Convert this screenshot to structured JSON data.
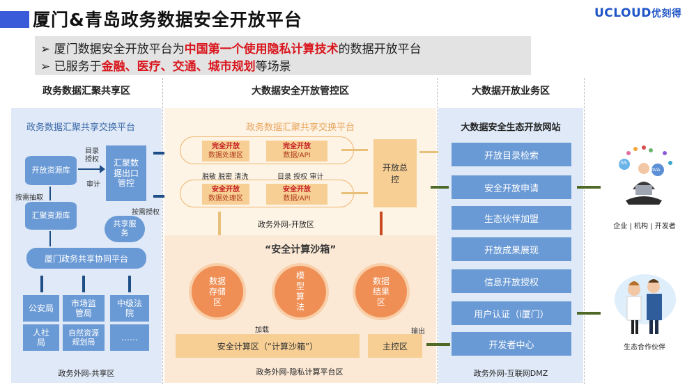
{
  "header": {
    "title": "厦门&青岛政务数据安全开放平台",
    "logo_en": "UCLOUD",
    "logo_cn": "优刻得"
  },
  "bullets": [
    {
      "marker": "➢",
      "pre": "厦门数据安全开放平台为",
      "highlight": "中国第一个使用隐私计算技术",
      "post": "的数据开放平台"
    },
    {
      "marker": "➢",
      "pre": "已服务于",
      "highlight": "金融、医疗、交通、城市规划",
      "post": "等场景"
    }
  ],
  "columns": {
    "left": "政务数据汇聚共享区",
    "mid": "大数据安全开放管控区",
    "right": "大数据开放业务区"
  },
  "left_panel": {
    "title": "政务数据汇聚共享交换平台",
    "db_open": "开放资源库",
    "db_collect": "汇聚资源库",
    "export": "汇聚数据出口管控",
    "lbl_dir_auth": "目录授权",
    "lbl_audit": "审计",
    "lbl_on_demand": "按需抽取",
    "lbl_on_demand_auth": "按需授权",
    "share_service": "共享服务",
    "platform": "厦门政务共享协同平台",
    "sources": [
      "公安局",
      "市场监管局",
      "中级法院",
      "人社局",
      "自然资源规划局",
      "……"
    ],
    "footer": "政务外网-共享区"
  },
  "mid_panel": {
    "title": "政务数据汇聚共享交换平台",
    "row1_a_bold": "完全开放",
    "row1_a_rest": "数据处理区",
    "row1_b_bold": "完全开放",
    "row1_b_rest": "数据/API",
    "row_mid_labels": [
      "脱敏 脱密 清洗",
      "目录 授权 审计"
    ],
    "row2_a_bold": "安全开放",
    "row2_a_rest": "数据处理区",
    "row2_b_bold": "安全开放",
    "row2_b_rest": "数据/API",
    "master": "开放总控",
    "open_net": "政务外网-开放区",
    "sandbox_title": "“安全计算沙箱”",
    "circles": [
      "数据存储区",
      "模型算法",
      "数据结果区"
    ],
    "lbl_load": "加载",
    "lbl_output": "输出",
    "compute": "安全计算区（“计算沙箱”）",
    "control": "主控区",
    "footer": "政务外网-隐私计算平台区"
  },
  "right_panel": {
    "title": "大数据安全生态开放网站",
    "items": [
      "开放目录检索",
      "安全开放申请",
      "生态伙伴加盟",
      "开放成果展现",
      "信息开放授权",
      "用户认证（i厦门）",
      "开发者中心"
    ],
    "footer": "政务外网-互联网DMZ"
  },
  "actors": {
    "top": "企业 | 机构 | 开发者",
    "top_badges": [
      "CSS",
      "JAVA"
    ],
    "bottom": "生态合作伙伴"
  },
  "colors": {
    "accent_blue": "#6a9ad5",
    "navy_arrow": "#1f4e87",
    "green_arrow": "#4f6a26",
    "highlight_red": "#d9161d",
    "sandbox_orange": "#f08f55"
  }
}
